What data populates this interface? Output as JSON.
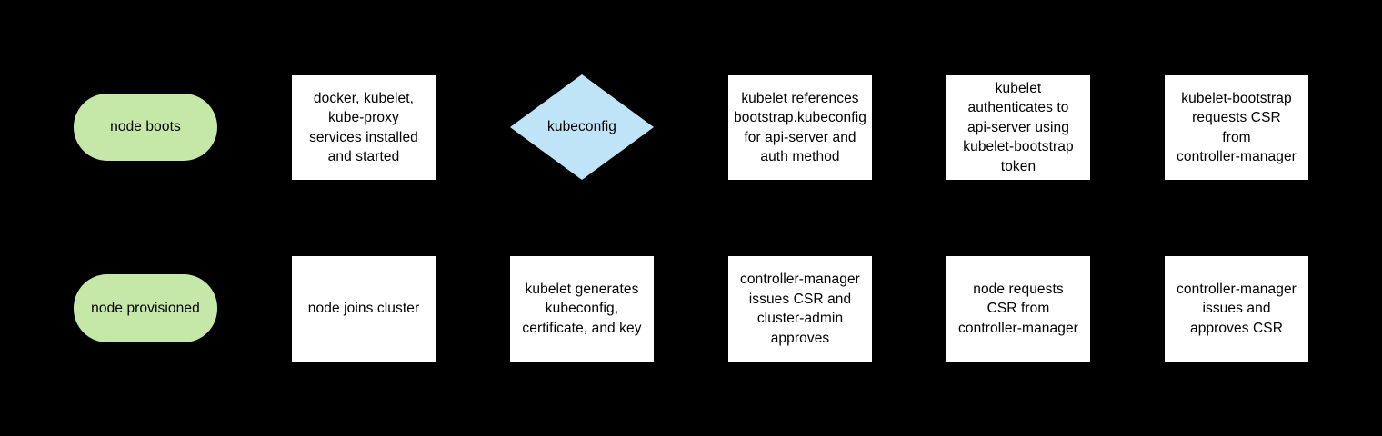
{
  "diagram": {
    "title": "Kubernetes node bootstrap flowchart",
    "background_color": "#000000",
    "colors": {
      "terminator_fill": "#c5e8a8",
      "process_fill": "#ffffff",
      "decision_fill": "#c0e4f7",
      "text": "#000000"
    },
    "rows": [
      {
        "name": "top-row",
        "nodes": [
          {
            "id": "node-boots",
            "shape": "pill",
            "label": "node boots"
          },
          {
            "id": "services-installed",
            "shape": "box",
            "label": "docker, kubelet,\nkube-proxy\nservices installed\nand started"
          },
          {
            "id": "kubeconfig",
            "shape": "diamond",
            "label": "kubeconfig"
          },
          {
            "id": "kubelet-references",
            "shape": "box",
            "label": "kubelet references\nbootstrap.kubeconfig\nfor api-server and\nauth method"
          },
          {
            "id": "kubelet-authenticates",
            "shape": "box",
            "label": "kubelet\nauthenticates to\napi-server using\nkubelet-bootstrap\ntoken"
          },
          {
            "id": "bootstrap-requests-csr",
            "shape": "box",
            "label": "kubelet-bootstrap\nrequests CSR\nfrom\ncontroller-manager"
          }
        ]
      },
      {
        "name": "bottom-row",
        "nodes": [
          {
            "id": "node-provisioned",
            "shape": "pill",
            "label": "node provisioned"
          },
          {
            "id": "node-joins-cluster",
            "shape": "box",
            "label": "node joins cluster"
          },
          {
            "id": "kubelet-generates",
            "shape": "box",
            "label": "kubelet generates\nkubeconfig,\ncertificate, and key"
          },
          {
            "id": "cm-issues-csr",
            "shape": "box",
            "label": "controller-manager\nissues CSR and\ncluster-admin\napproves"
          },
          {
            "id": "node-requests-csr",
            "shape": "box",
            "label": "node requests\nCSR from\ncontroller-manager"
          },
          {
            "id": "cm-issues-approves",
            "shape": "box",
            "label": "controller-manager\nissues and\napproves CSR"
          }
        ]
      }
    ]
  }
}
